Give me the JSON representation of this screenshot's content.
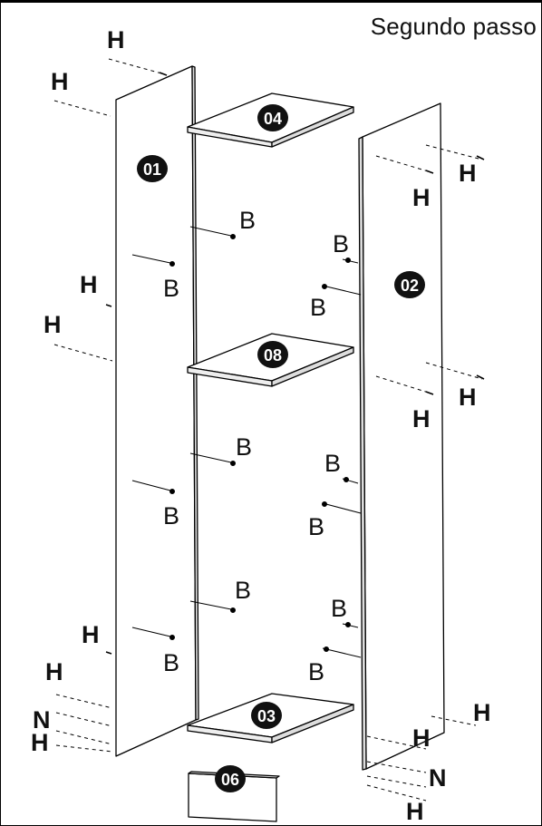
{
  "title": "Segundo passo",
  "parts": {
    "p01": "01",
    "p02": "02",
    "p03": "03",
    "p04": "04",
    "p06": "06",
    "p08": "08"
  },
  "hardware": {
    "H": "H",
    "B": "B",
    "N": "N"
  }
}
